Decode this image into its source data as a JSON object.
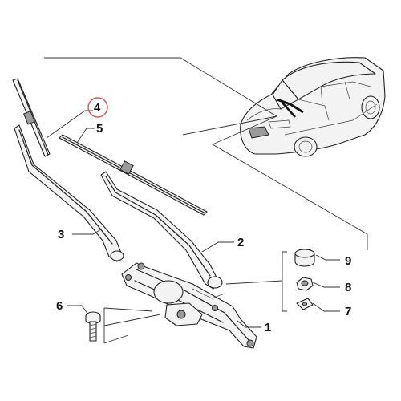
{
  "callouts": {
    "c1": "1",
    "c2": "2",
    "c3": "3",
    "c4": "4",
    "c5": "5",
    "c6": "6",
    "c7": "7",
    "c8": "8",
    "c9": "9"
  },
  "colors": {
    "highlight_ring": "#e05050",
    "line": "#222222",
    "part_fill": "#f3f3f3"
  }
}
